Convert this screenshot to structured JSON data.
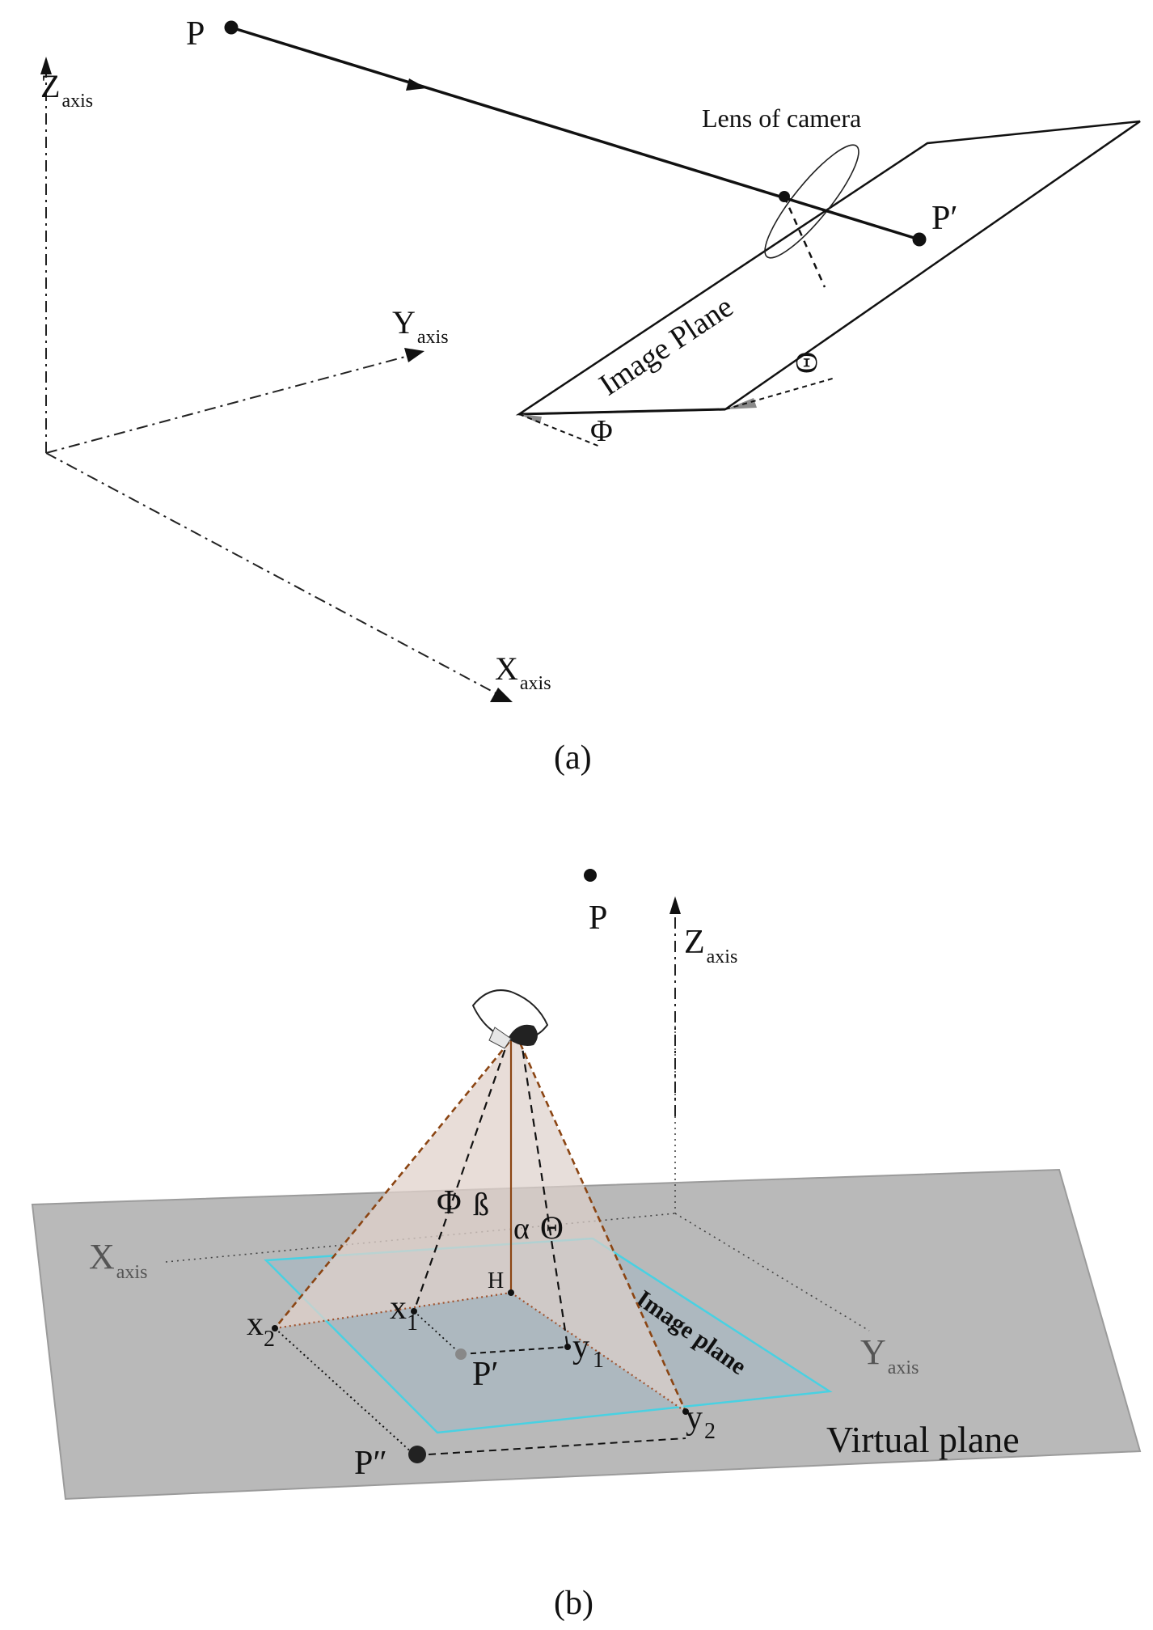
{
  "panel_a": {
    "caption": "(a)",
    "point_p": "P",
    "point_p_prime": "P′",
    "lens_label": "Lens of camera",
    "image_plane_label": "Image Plane",
    "angle_phi": "Φ",
    "angle_theta": "Θ",
    "z_axis": {
      "main": "Z",
      "sub": "axis"
    },
    "y_axis": {
      "main": "Y",
      "sub": "axis"
    },
    "x_axis": {
      "main": "X",
      "sub": "axis"
    }
  },
  "panel_b": {
    "caption": "(b)",
    "point_p": "P",
    "point_p_prime": "P′",
    "point_p_double_prime": "P″",
    "z_axis": {
      "main": "Z",
      "sub": "axis"
    },
    "x_axis": {
      "main": "X",
      "sub": "axis"
    },
    "y_axis": {
      "main": "Y",
      "sub": "axis"
    },
    "angle_phi": "Φ",
    "angle_beta": "ß",
    "angle_alpha": "α",
    "angle_theta": "Θ",
    "point_h": "H",
    "x1": {
      "main": "x",
      "sub": "1"
    },
    "x2": {
      "main": "x",
      "sub": "2"
    },
    "y1": {
      "main": "y",
      "sub": "1"
    },
    "y2": {
      "main": "y",
      "sub": "2"
    },
    "image_plane_label": "Image plane",
    "virtual_plane_label": "Virtual plane"
  }
}
